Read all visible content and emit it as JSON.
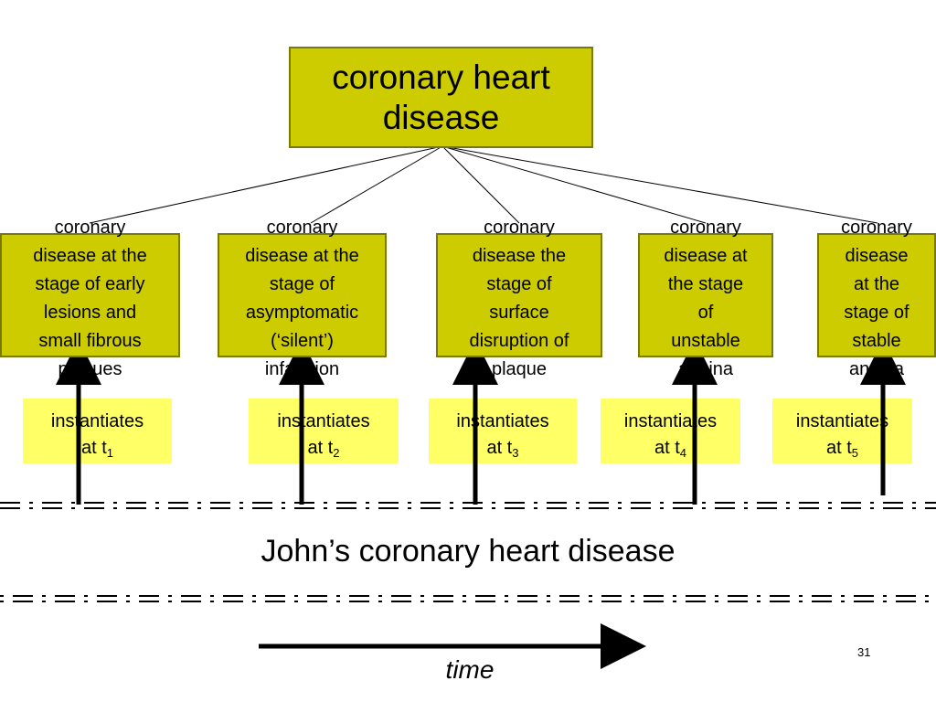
{
  "root": {
    "lines": [
      "coronary heart",
      "disease"
    ]
  },
  "stages": [
    {
      "lines": [
        "coronary",
        "disease at the",
        "stage of early",
        "lesions and",
        "small fibrous",
        "plaques"
      ],
      "inst_label": "instantiates",
      "inst_prefix": "at t",
      "inst_sub": "1"
    },
    {
      "lines": [
        "coronary",
        "disease at the",
        "stage of",
        "asymptomatic",
        "(‘silent’)",
        "infarction"
      ],
      "inst_label": "instantiates",
      "inst_prefix": "at t",
      "inst_sub": "2"
    },
    {
      "lines": [
        "coronary",
        "disease the",
        "stage of",
        "surface",
        "disruption of",
        "plaque"
      ],
      "inst_label": "instantiates",
      "inst_prefix": "at t",
      "inst_sub": "3"
    },
    {
      "lines": [
        "coronary",
        "disease at",
        "the stage",
        "of",
        "unstable",
        "angina"
      ],
      "inst_label": "instantiates",
      "inst_prefix": "at t",
      "inst_sub": "4"
    },
    {
      "lines": [
        "coronary",
        "disease",
        "at the",
        "stage of",
        "stable",
        "angina"
      ],
      "inst_label": "instantiates",
      "inst_prefix": "at t",
      "inst_sub": "5"
    }
  ],
  "caption": "John’s coronary heart disease",
  "time_label": "time",
  "page_number": "31",
  "colors": {
    "box_fill": "#cccc00",
    "box_border": "#7a7a00",
    "instance_fill": "#ffff66",
    "line": "#000000"
  }
}
